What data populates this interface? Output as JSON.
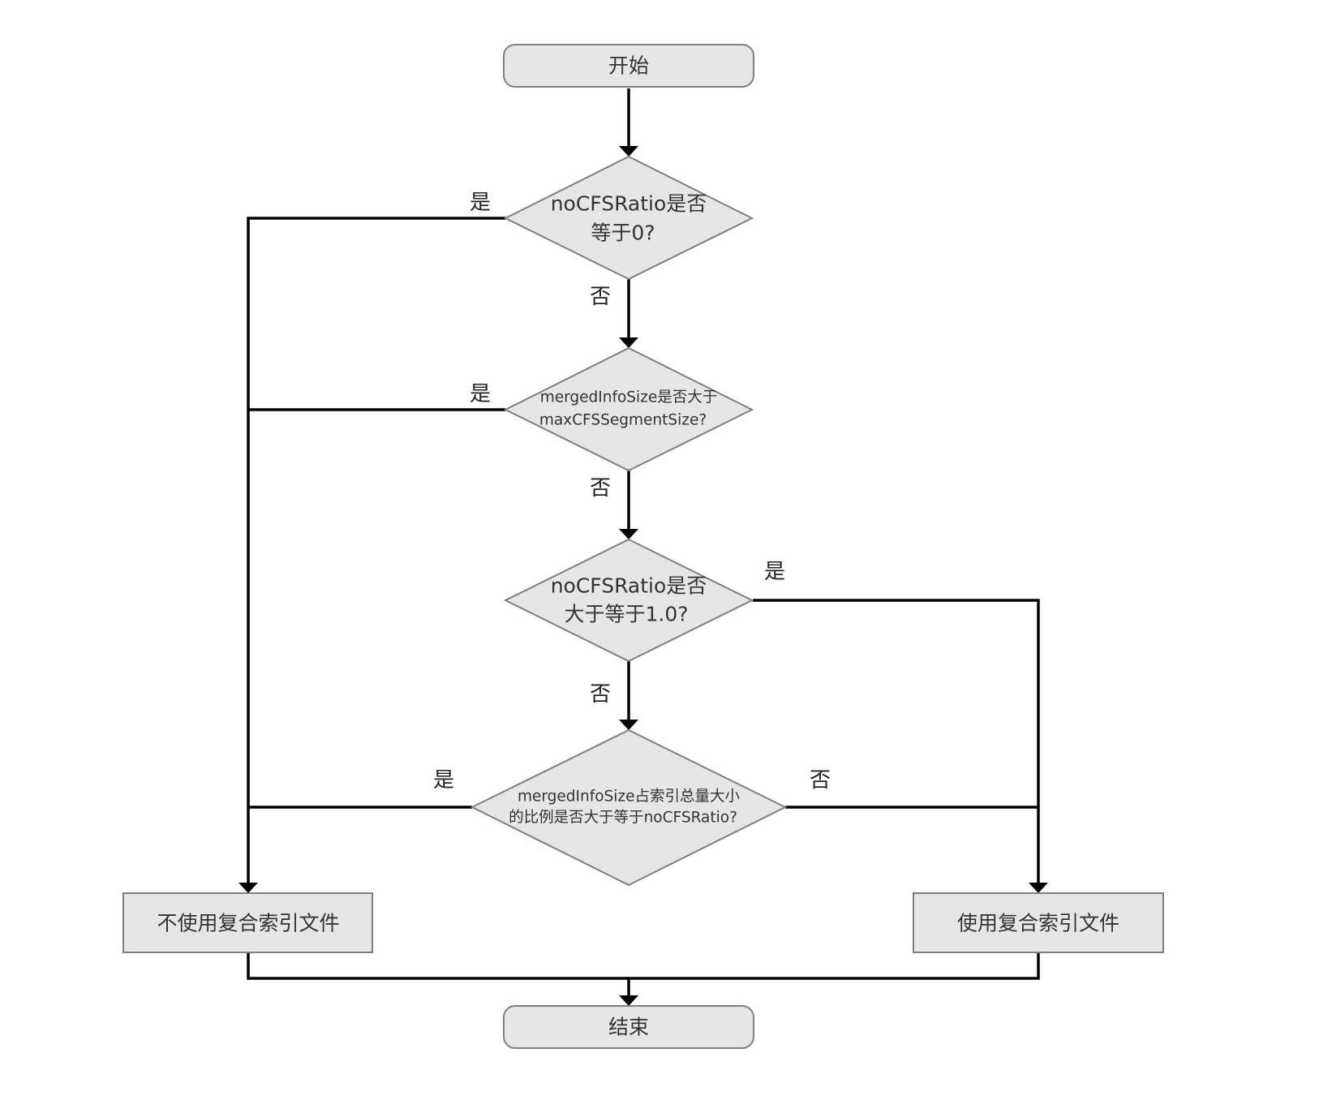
{
  "nodes": {
    "start": {
      "lines": [
        "开始"
      ]
    },
    "decision_ratio_zero": {
      "lines": [
        "noCFSRatio是否",
        "等于0?"
      ]
    },
    "decision_size_max": {
      "lines": [
        "mergedInfoSize是否大于",
        "maxCFSSegmentSize?"
      ]
    },
    "decision_ratio_one": {
      "lines": [
        "noCFSRatio是否",
        "大于等于1.0?"
      ]
    },
    "decision_proportion": {
      "lines": [
        "mergedInfoSize占索引总量大小",
        "的比例是否大于等于noCFSRatio?"
      ]
    },
    "no_compound": {
      "lines": [
        "不使用复合索引文件"
      ]
    },
    "use_compound": {
      "lines": [
        "使用复合索引文件"
      ]
    },
    "end": {
      "lines": [
        "结束"
      ]
    }
  },
  "edge_labels": {
    "ratio_zero_yes": "是",
    "ratio_zero_no": "否",
    "size_max_yes": "是",
    "size_max_no": "否",
    "ratio_one_yes": "是",
    "ratio_one_no": "否",
    "proportion_yes": "是",
    "proportion_no": "否"
  },
  "colors": {
    "node_fill": "#e6e6e6",
    "node_stroke": "#7f7f7f",
    "edge": "#000000",
    "text": "#333333"
  }
}
